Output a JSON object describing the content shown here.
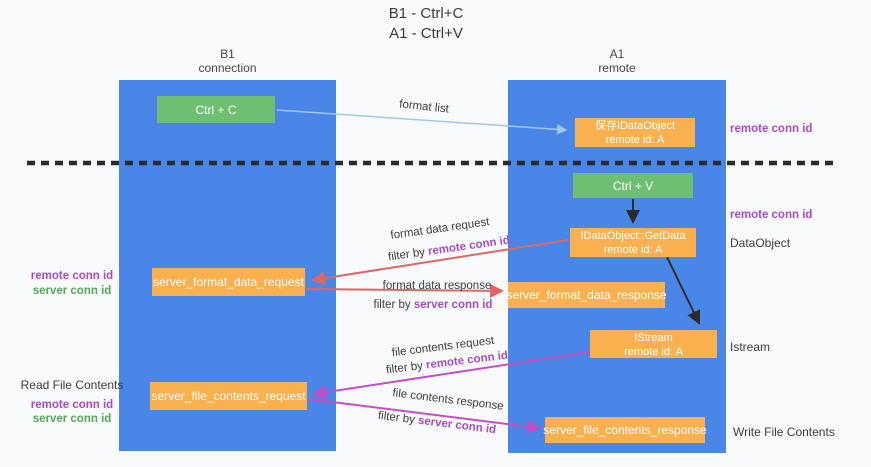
{
  "title": {
    "line1": "B1 - Ctrl+C",
    "line2": "A1 - Ctrl+V"
  },
  "lifelines": {
    "left": {
      "title": "B1",
      "subtitle": "connection"
    },
    "right": {
      "title": "A1",
      "subtitle": "remote"
    }
  },
  "boxes": {
    "ctrl_c": {
      "label": "Ctrl + C"
    },
    "ctrl_v": {
      "label": "Ctrl + V"
    },
    "save_idataobject": {
      "line1": "保存IDataObject",
      "line2": "remote id: A"
    },
    "idataobject_getdata": {
      "line1": "IDataObject::GetData",
      "line2": "remote id: A"
    },
    "istream": {
      "line1": "IStream",
      "line2": "remote id: A"
    },
    "server_format_data_request": {
      "label": "server_format_data_request"
    },
    "server_format_data_response": {
      "label": "server_format_data_response"
    },
    "server_file_contents_request": {
      "label": "server_file_contents_request"
    },
    "server_file_contents_response": {
      "label": "server_file_contents_response"
    }
  },
  "arrow_labels": {
    "format_list": "format list",
    "format_data_request": "format data request",
    "format_data_request_filter": {
      "prefix": "filter by ",
      "id": "remote conn id"
    },
    "format_data_response": "format data response",
    "format_data_response_filter": {
      "prefix": "filter by ",
      "id": "server conn id"
    },
    "file_contents_request": "file contents request",
    "file_contents_request_filter": {
      "prefix": "filter by ",
      "id": "remote conn id"
    },
    "file_contents_response": "file contents response",
    "file_contents_response_filter": {
      "prefix": "filter by ",
      "id": "server conn id"
    }
  },
  "side_labels": {
    "right_remote_conn_id_top": "remote conn id",
    "right_remote_conn_id_mid": "remote conn id",
    "right_dataobject": "DataObject",
    "right_istream": "Istream",
    "right_write_file_contents": "Write File Contents",
    "left_remote_conn_id_mid": "remote conn id",
    "left_server_conn_id_mid": "server conn id",
    "left_read_file_contents": "Read File Contents",
    "left_remote_conn_id_bottom": "remote conn id",
    "left_server_conn_id_bottom": "server conn id"
  },
  "colors": {
    "lifeline_blue": "#4a86e8",
    "box_green": "#6fbf73",
    "box_orange": "#f9b04e",
    "arrow_blue": "#9ec9ea",
    "arrow_red": "#e06666",
    "arrow_magenta": "#c44ec4",
    "arrow_black": "#2b2b2b",
    "text_purple": "#a64cc3",
    "text_green": "#55a65a",
    "text_dark": "#3c3c3c"
  }
}
